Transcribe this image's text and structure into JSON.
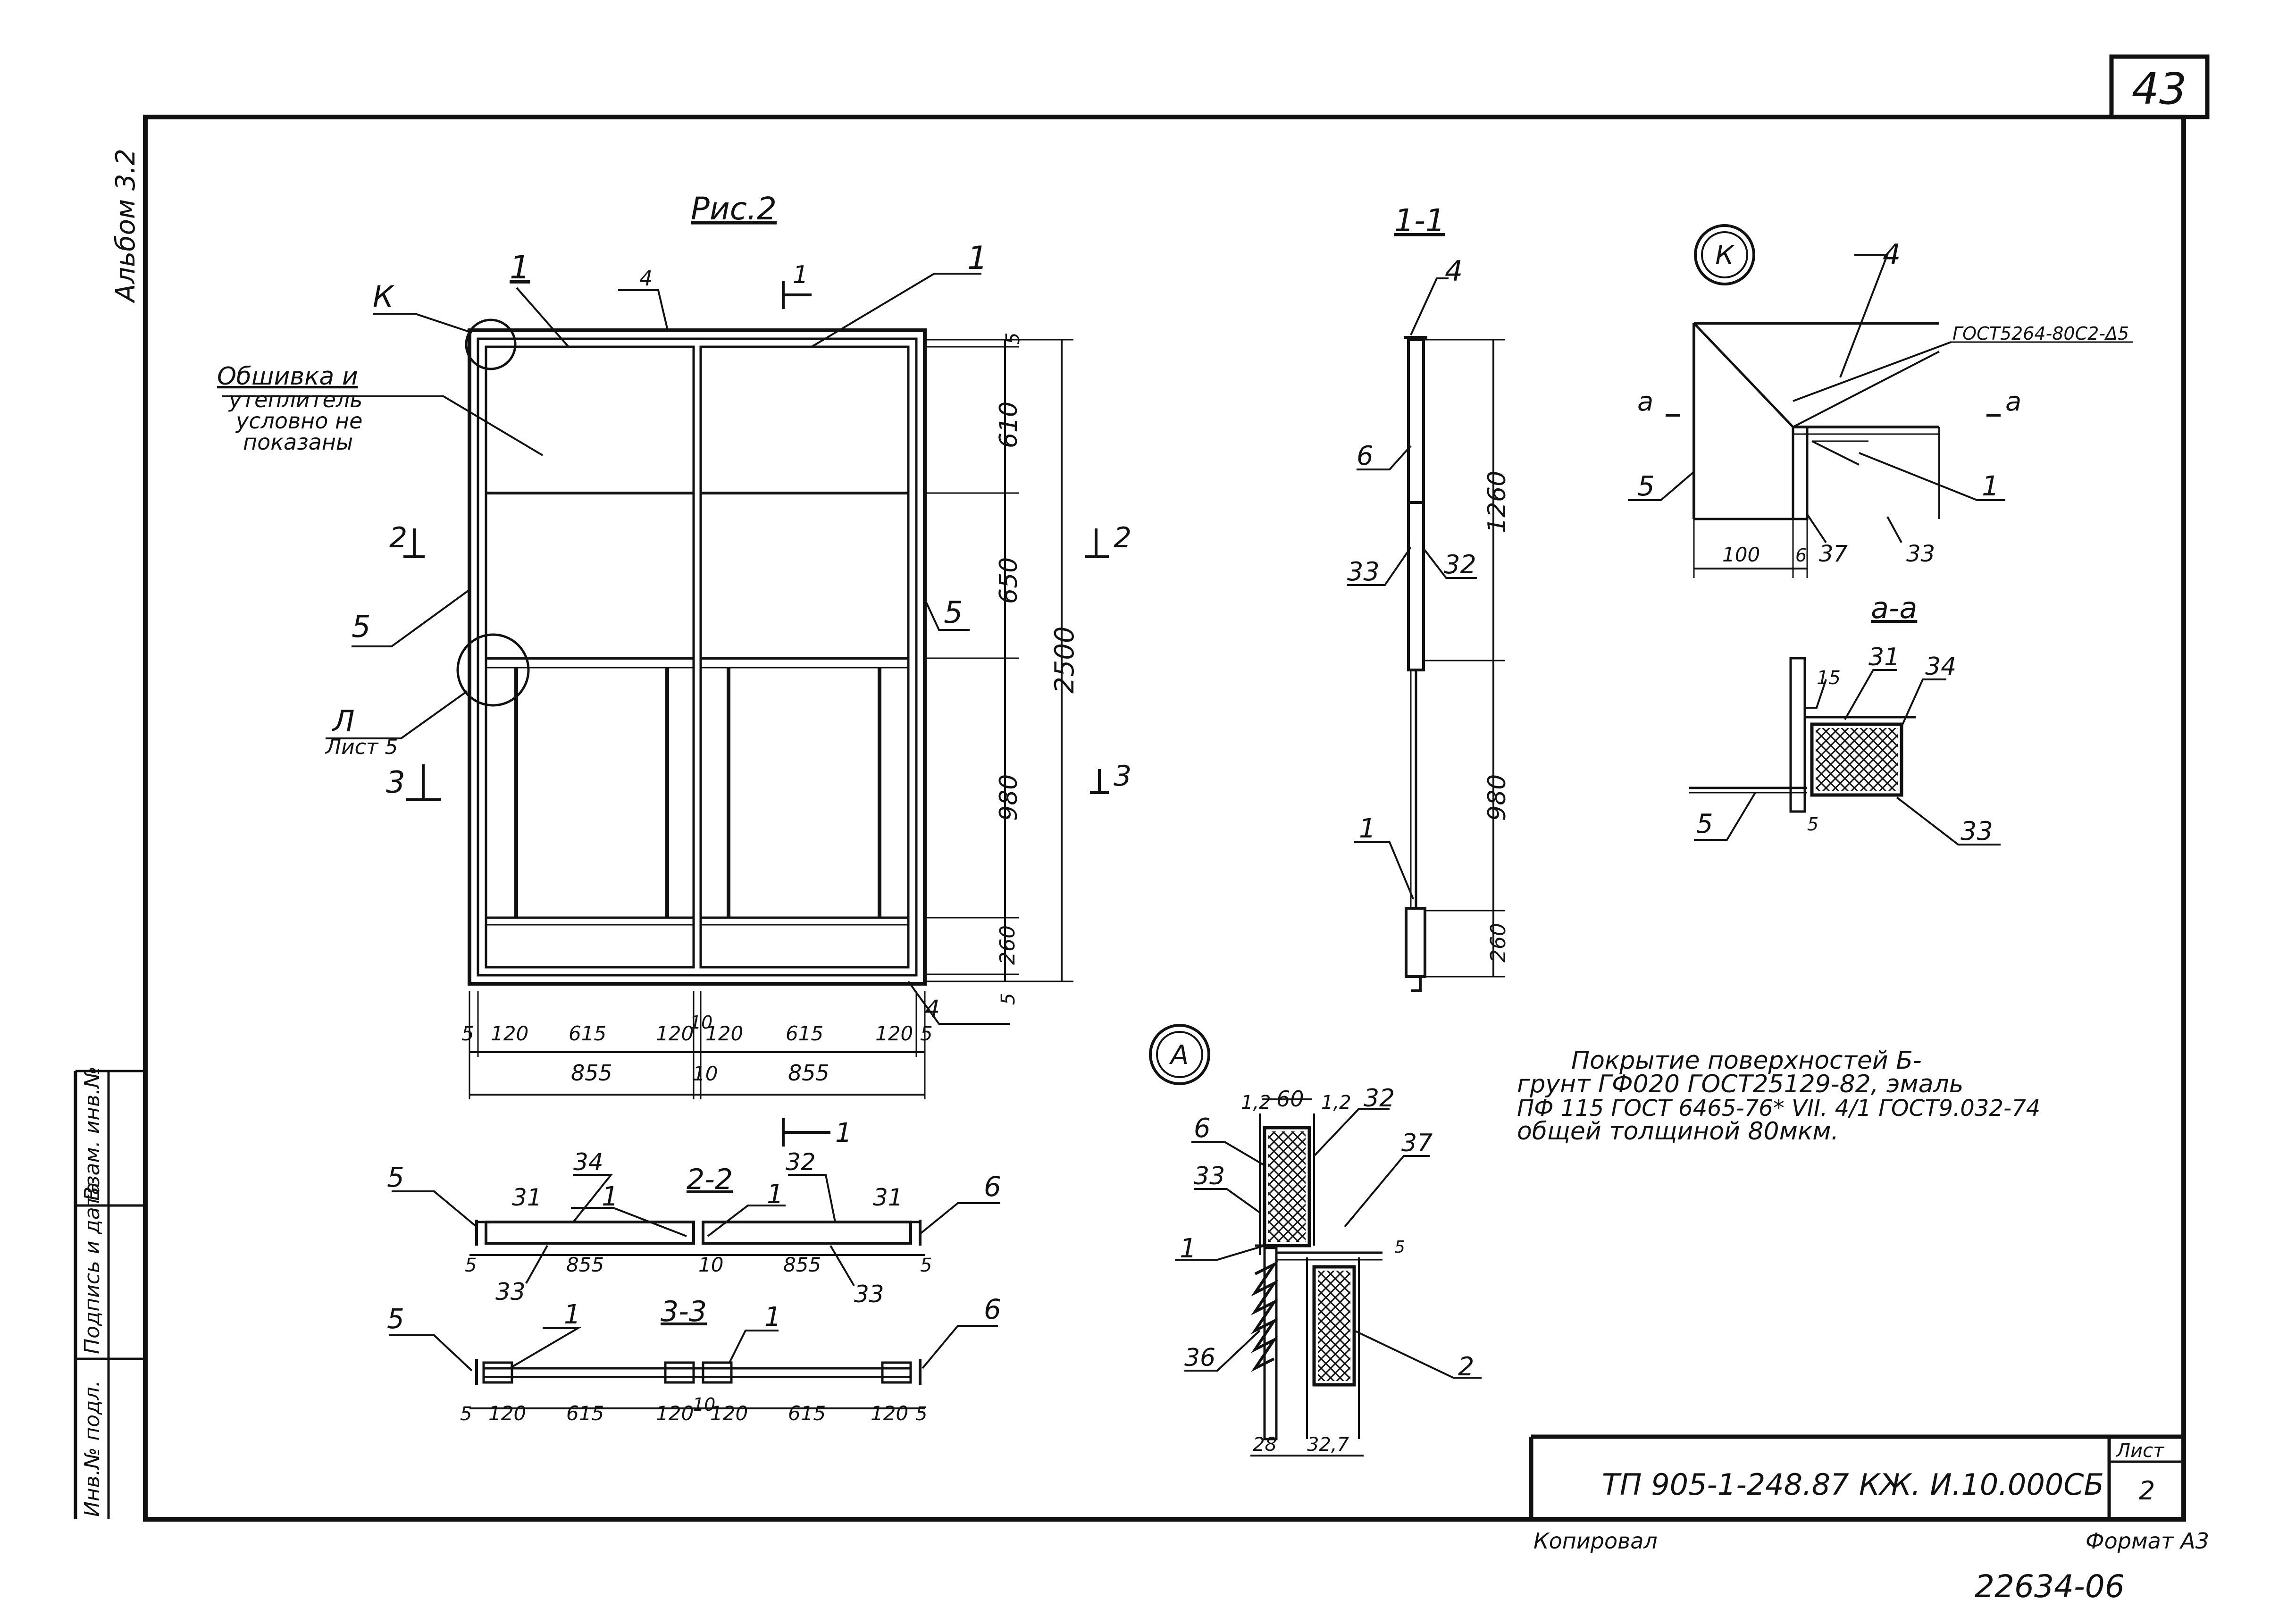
{
  "sheet": {
    "page_number": "43",
    "album": "Альбом 3.2",
    "copied_by": "Копировал",
    "format": "Формат А3",
    "stamp_number": "22634-06",
    "side_columns": [
      "Инв.№ подл.",
      "Подпись и дата",
      "Взам. инв.№"
    ]
  },
  "title_block": {
    "designation": "ТП 905-1-248.87",
    "code": "КЖ. И.10.000СБ",
    "sheet_label": "Лист",
    "sheet_no": "2"
  },
  "figure": {
    "title": "Рис.2",
    "note_lines": [
      "Обшивка и",
      "утеплитель",
      "условно не",
      "показаны"
    ],
    "callout_k": "К",
    "callout_l": "Л",
    "callout_l_sheet": "Лист 5",
    "pos_1": "1",
    "pos_4": "4",
    "pos_5": "5",
    "cut_1": "1",
    "cut_2": "2",
    "cut_3": "3",
    "dim_top5": "5",
    "dim_610": "610",
    "dim_650": "650",
    "dim_980": "980",
    "dim_260": "260",
    "dim_2500": "2500",
    "dim_bottom5": "5",
    "dim_row": [
      "5",
      "120",
      "615",
      "120",
      "10",
      "120",
      "615",
      "120",
      "5"
    ],
    "dim_855": "855",
    "dim_10": "10"
  },
  "section_1_1": {
    "title": "1-1",
    "labels": {
      "p4": "4",
      "p6": "6",
      "p33": "33",
      "p32": "32",
      "p1": "1"
    },
    "dims": {
      "d1260": "1260",
      "d980": "980",
      "d260": "260"
    }
  },
  "detail_k": {
    "label": "К",
    "weld": "ГОСТ5264-80С2-Δ5",
    "labels": {
      "p4": "4",
      "p5": "5",
      "p1": "1",
      "p37": "37",
      "p33": "33",
      "cut_a": "а"
    },
    "dims": {
      "d100": "100",
      "d6": "6"
    }
  },
  "section_a_a": {
    "title": "а-а",
    "labels": {
      "p31": "31",
      "p34": "34",
      "p5": "5",
      "p33": "33"
    },
    "dims": {
      "d15": "15",
      "d5": "5"
    }
  },
  "section_2_2": {
    "title": "2-2",
    "labels": {
      "p5": "5",
      "p31": "31",
      "p34": "34",
      "p1a": "1",
      "p1b": "1",
      "p32": "32",
      "p31b": "31",
      "p6": "6",
      "p33a": "33",
      "p33b": "33"
    },
    "dims": [
      "5",
      "855",
      "10",
      "855",
      "5"
    ]
  },
  "section_3_3": {
    "title": "3-3",
    "labels": {
      "p5": "5",
      "p1a": "1",
      "p1b": "1",
      "p6": "6"
    },
    "dims": [
      "5",
      "120",
      "615",
      "120",
      "10",
      "120",
      "615",
      "120",
      "5"
    ]
  },
  "detail_a": {
    "label": "А",
    "labels": {
      "p6": "6",
      "p33": "33",
      "p1": "1",
      "p36": "36",
      "p32": "32",
      "p37": "37",
      "p2": "2"
    },
    "dims": {
      "d12a": "1,2",
      "d60": "60",
      "d12b": "1,2",
      "d5": "5",
      "d28": "28",
      "d32": "32,7"
    }
  },
  "coating_note": [
    "Покрытие поверхностей Б-",
    "грунт ГФ020 ГОСТ25129-82, эмаль",
    "ПФ 115 ГОСТ 6465-76* VII. 4/1 ГОСТ9.032-74",
    "общей толщиной 80мкм."
  ]
}
